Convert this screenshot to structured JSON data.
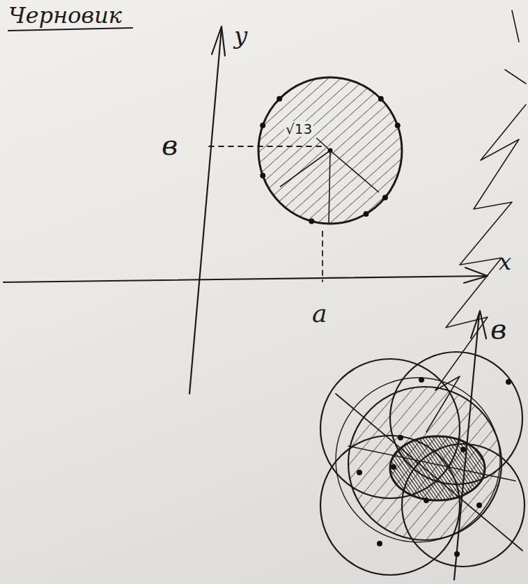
{
  "diagram": {
    "title": "Черновик",
    "nodes": [
      {
        "text": [
          "√13"
        ]
      }
    ],
    "labels": [
      "y",
      "x",
      "в",
      "a",
      "в"
    ]
  }
}
